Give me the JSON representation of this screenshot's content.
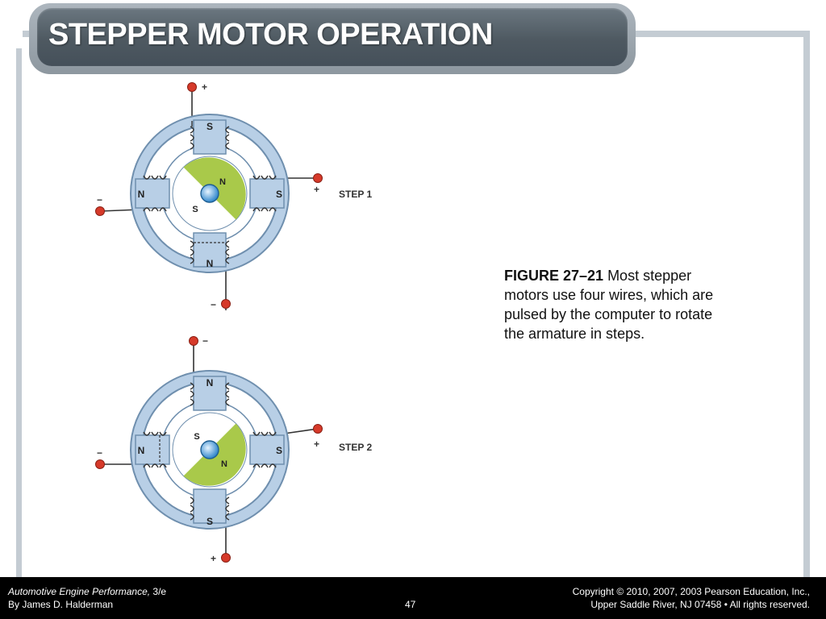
{
  "slide": {
    "title": "STEPPER MOTOR OPERATION"
  },
  "diagram": {
    "step1": {
      "label": "STEP 1",
      "coil_labels": {
        "top": "S",
        "bottom": "N",
        "left": "N",
        "right": "S"
      },
      "rotor_labels": {
        "north": "N",
        "south": "S"
      },
      "terminal_labels": {
        "top": "+",
        "right": "+",
        "left": "−",
        "bottom": "−"
      }
    },
    "step2": {
      "label": "STEP 2",
      "coil_labels": {
        "top": "N",
        "bottom": "S",
        "left": "N",
        "right": "S"
      },
      "rotor_labels": {
        "north": "N",
        "south": "S"
      },
      "terminal_labels": {
        "top": "−",
        "right": "+",
        "left": "−",
        "bottom": "+"
      }
    },
    "colors": {
      "housing": "#b8cfe6",
      "rotor_magnet": "#a9c94a",
      "terminal": "#d63a2a",
      "shaft": "#4a9ad8"
    }
  },
  "caption": {
    "label": "FIGURE 27–21",
    "text": " Most stepper motors use four wires, which are pulsed by the computer to rotate the armature in steps."
  },
  "footer": {
    "book_title": "Automotive Engine Performance,",
    "edition": " 3/e",
    "author": "By James D. Halderman",
    "page": "47",
    "copyright_line1": "Copyright © 2010, 2007, 2003 Pearson Education, Inc.,",
    "copyright_line2": "Upper Saddle River, NJ 07458 • All rights reserved."
  }
}
